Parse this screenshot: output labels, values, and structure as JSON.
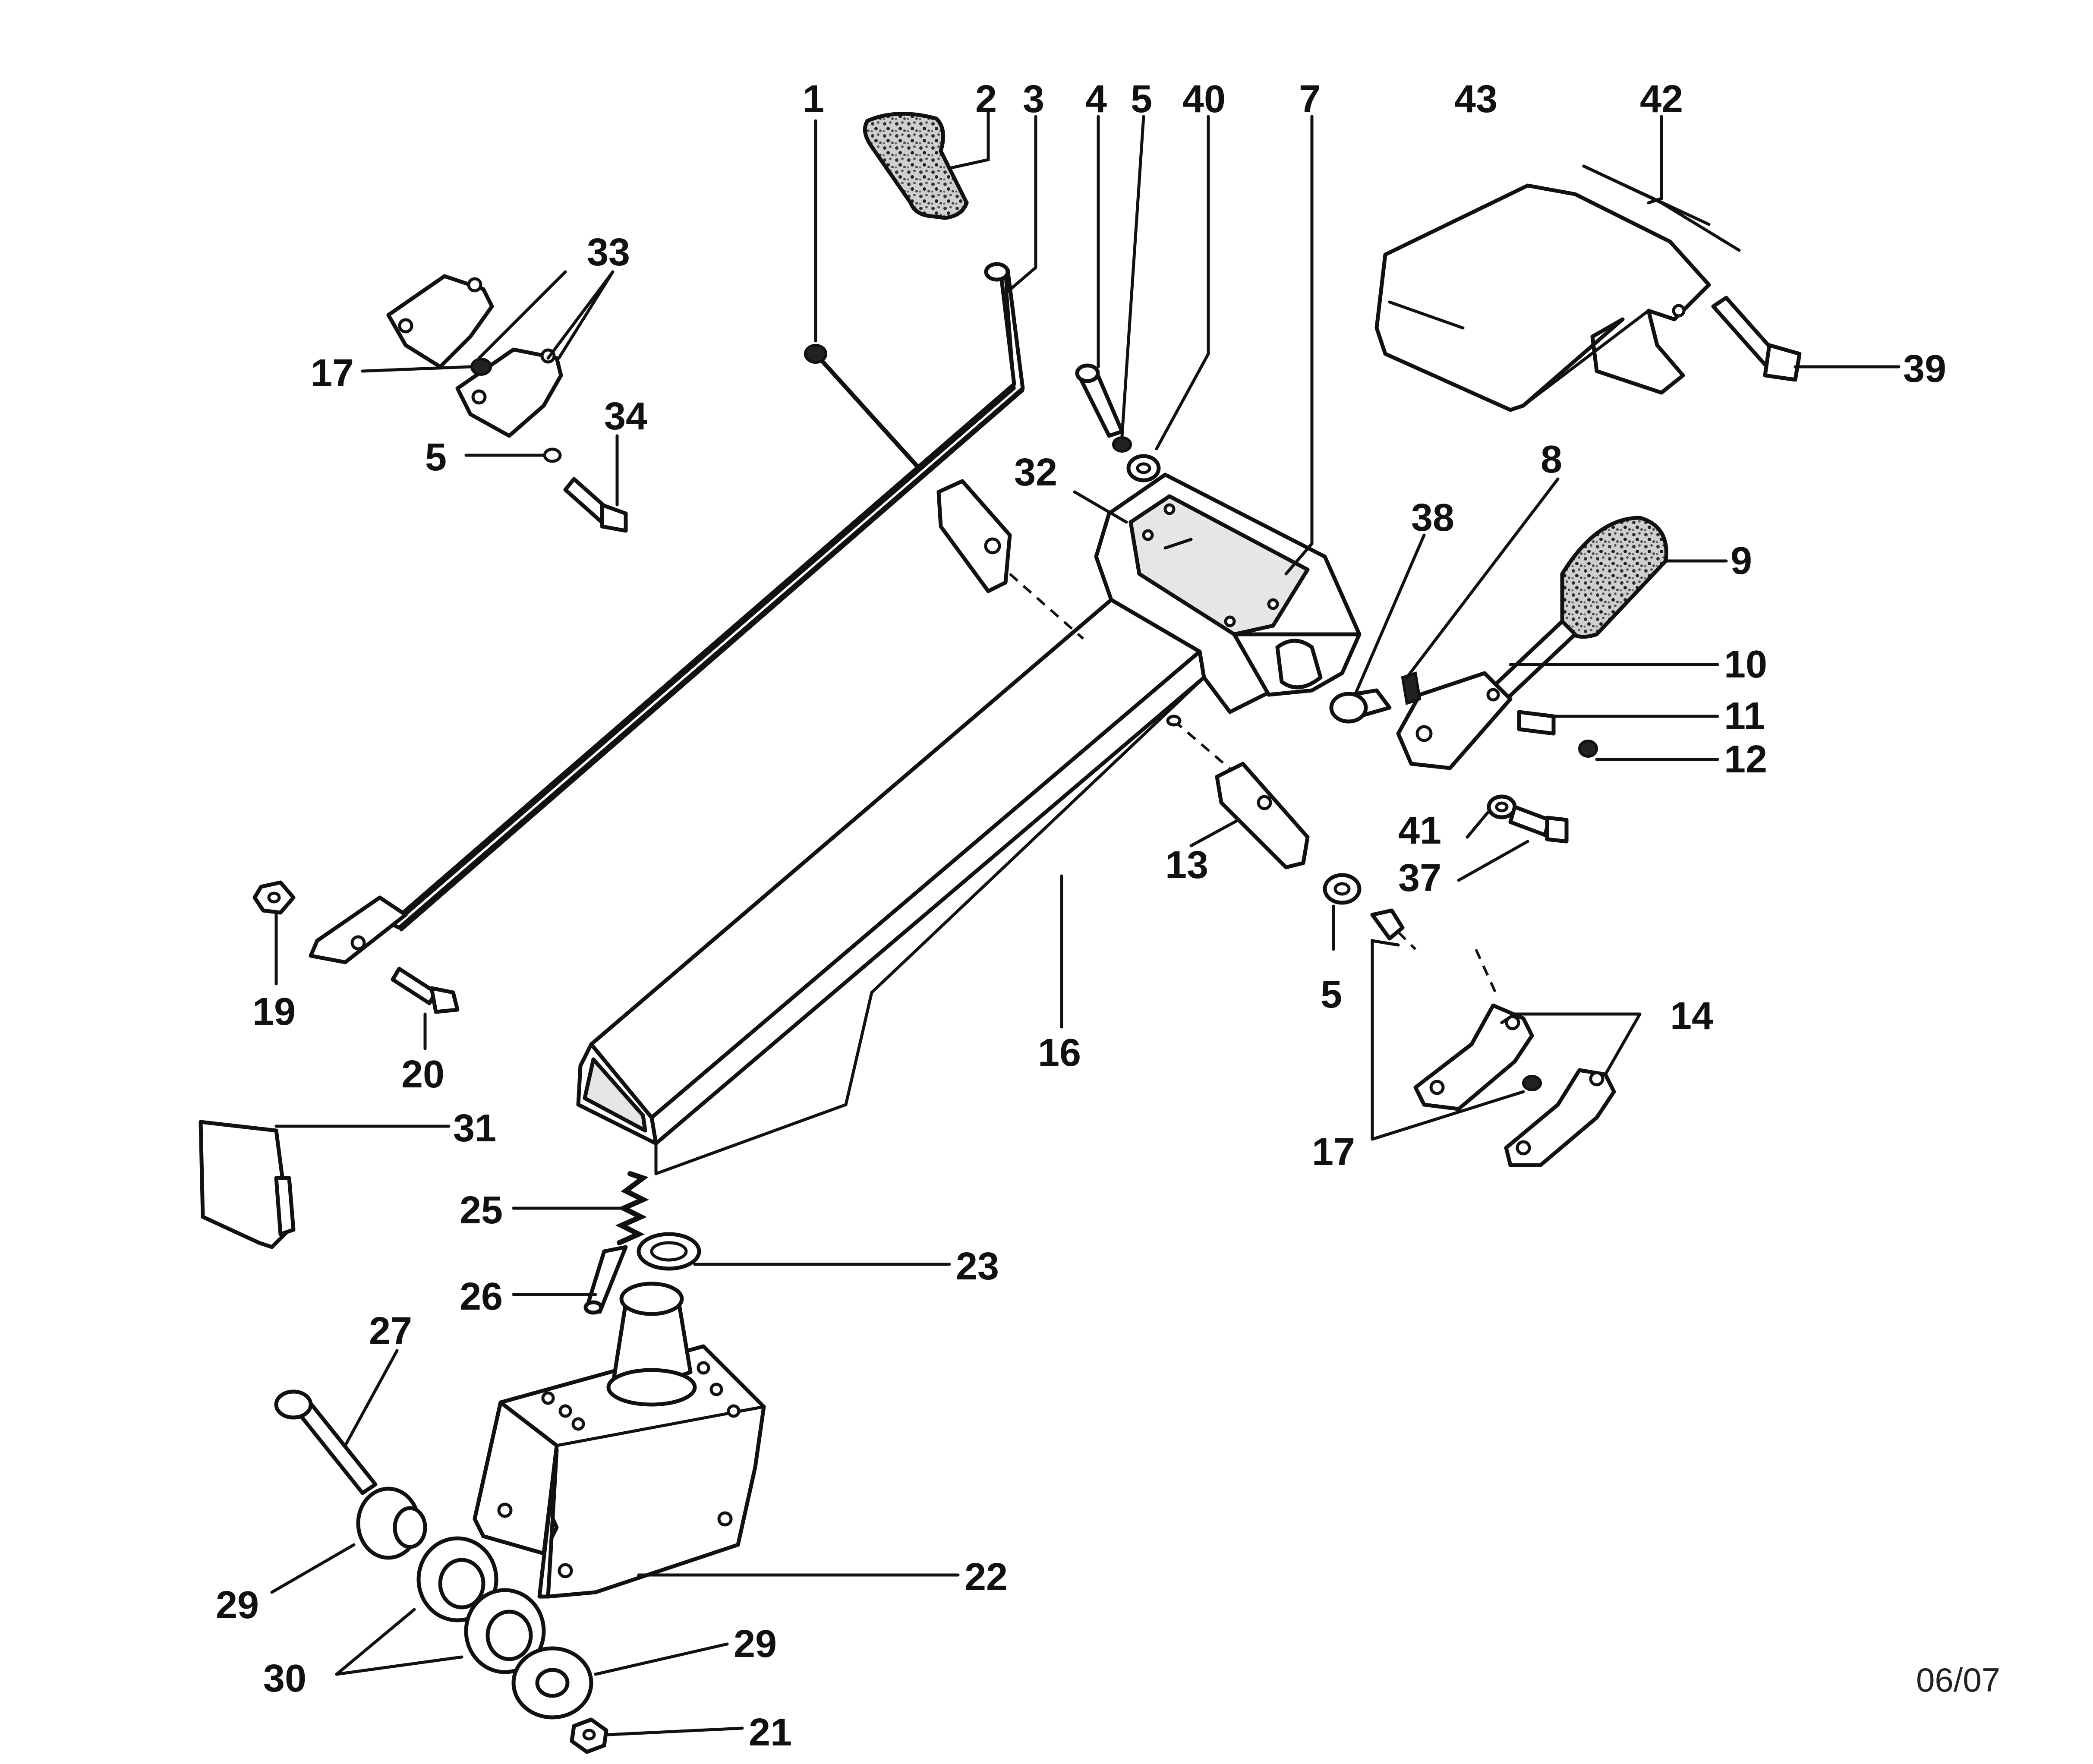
{
  "diagram": {
    "callouts": {
      "c1": "1",
      "c2": "2",
      "c3": "3",
      "c4": "4",
      "c5a": "5",
      "c40": "40",
      "c7": "7",
      "c43": "43",
      "c42": "42",
      "c33": "33",
      "c17a": "17",
      "c34": "34",
      "c5b": "5",
      "c39": "39",
      "c32": "32",
      "c8": "8",
      "c38": "38",
      "c9": "9",
      "c10": "10",
      "c11": "11",
      "c12": "12",
      "c41": "41",
      "c37": "37",
      "c13": "13",
      "c5c": "5",
      "c19": "19",
      "c20": "20",
      "c16": "16",
      "c14": "14",
      "c17b": "17",
      "c31": "31",
      "c25": "25",
      "c23": "23",
      "c26": "26",
      "c27": "27",
      "c22": "22",
      "c29a": "29",
      "c29b": "29",
      "c30": "30",
      "c21": "21"
    },
    "date_stamp": "06/07"
  }
}
